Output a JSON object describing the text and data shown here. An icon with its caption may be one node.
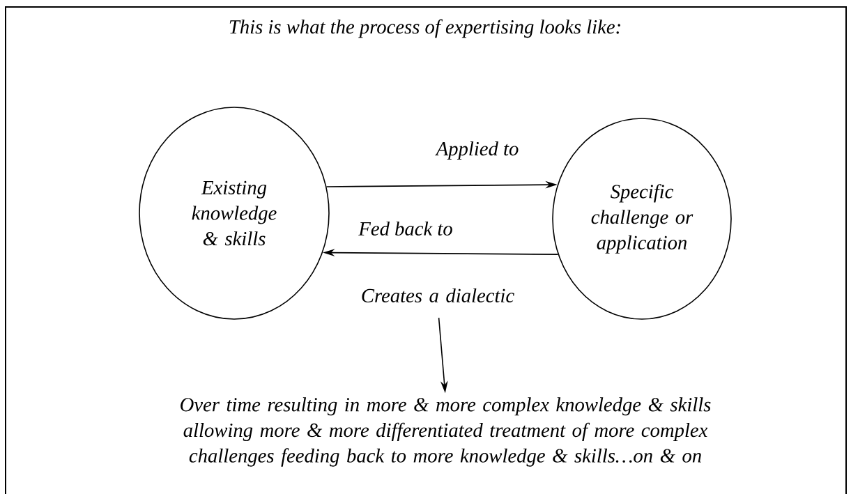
{
  "diagram": {
    "title": "This is what the process of expertising looks like:",
    "nodes": [
      {
        "text": [
          "Existing knowledge & skills"
        ]
      },
      {
        "text": [
          "Specific challenge or application"
        ]
      },
      {
        "text": [
          "Creates a dialectic"
        ]
      },
      {
        "text": [
          "Over time resulting in more & more complex knowledge & skills allowing more & more differentiated treatment of more complex challenges feeding back to more knowledge & skills…on & on"
        ]
      }
    ],
    "edges": [
      {
        "from": 0,
        "to": 1,
        "arrow": "to",
        "label": "Applied to"
      },
      {
        "from": 1,
        "to": 0,
        "arrow": "to",
        "label": "Fed back to"
      },
      {
        "from": 2,
        "to": 3,
        "arrow": "to"
      }
    ]
  }
}
